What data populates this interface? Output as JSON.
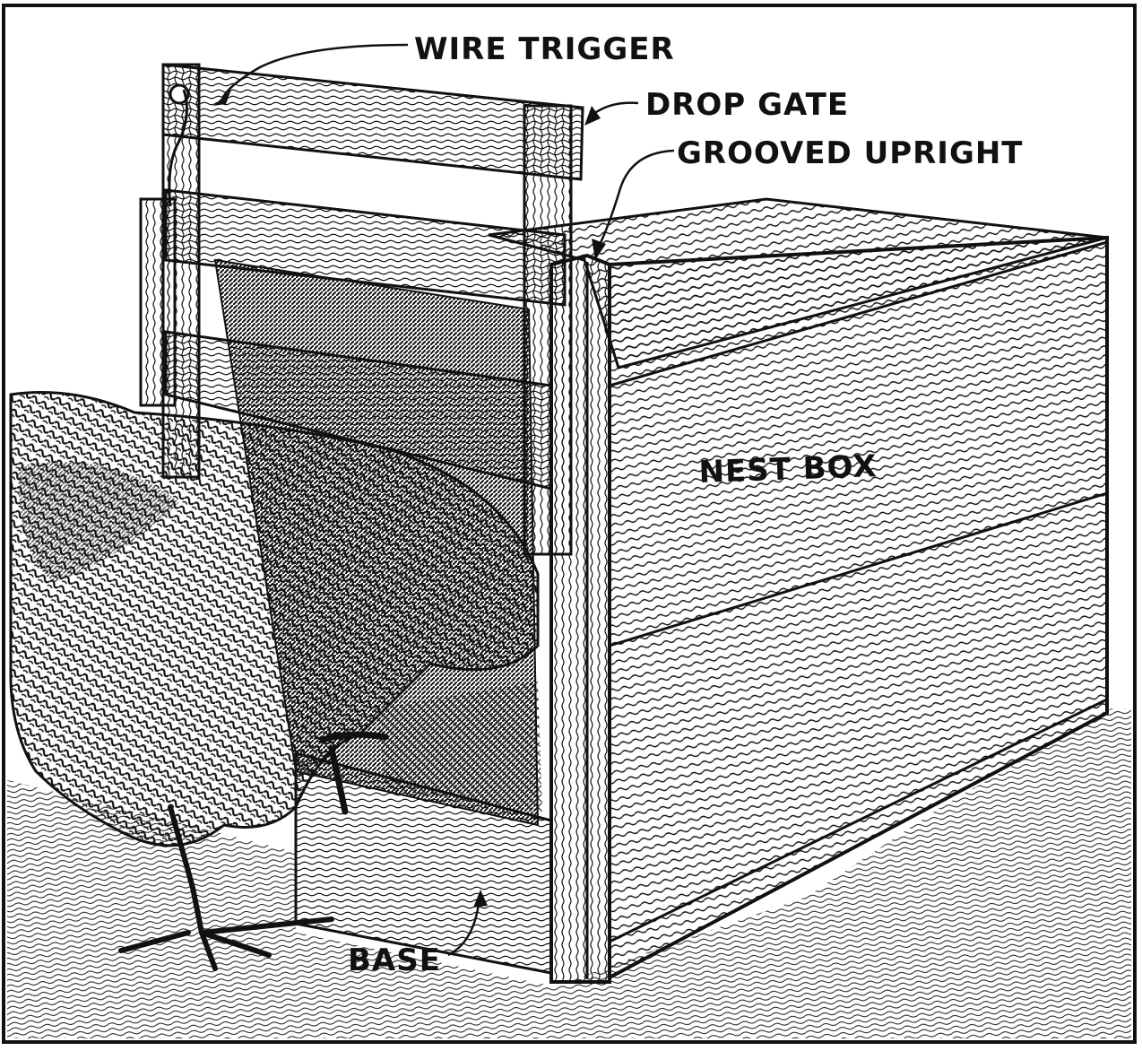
{
  "labels": {
    "wire_trigger": "WIRE TRIGGER",
    "drop_gate": "DROP GATE",
    "grooved_upright": "GROOVED UPRIGHT",
    "nest_box": "NEST BOX",
    "base": "BASE"
  },
  "colors": {
    "ink": "#111111",
    "paper": "#ffffff"
  }
}
